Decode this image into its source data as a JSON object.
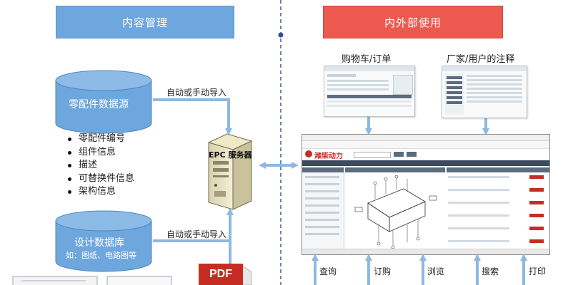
{
  "headers": {
    "left": "内容管理",
    "right": "内外部使用"
  },
  "databases": {
    "parts_source": {
      "label": "零配件数据源"
    },
    "design_db": {
      "label": "设计数据库",
      "sublabel": "如：图纸、电路图等"
    }
  },
  "arrows": {
    "auto_import_top": "自动或手动导入",
    "auto_import_bottom": "自动或手动导入"
  },
  "bullets": [
    "零配件编号",
    "组件信息",
    "描述",
    "可替换件信息",
    "架构信息"
  ],
  "server": {
    "label": "EPC 服务器"
  },
  "screens": {
    "cart_caption": "购物车/订单",
    "notes_caption": "厂家/用户的注释"
  },
  "main_screenshot": {
    "brand": "潍柴动力"
  },
  "pdf_label": "PDF",
  "bottom_functions": [
    "查询",
    "订购",
    "浏览",
    "搜索",
    "打印"
  ],
  "colors": {
    "left_header": "#6ea7de",
    "right_header": "#ec5a4f",
    "database": "#6ea7de",
    "arrow": "#8fb8e0",
    "divider": "#2f4e8c"
  }
}
